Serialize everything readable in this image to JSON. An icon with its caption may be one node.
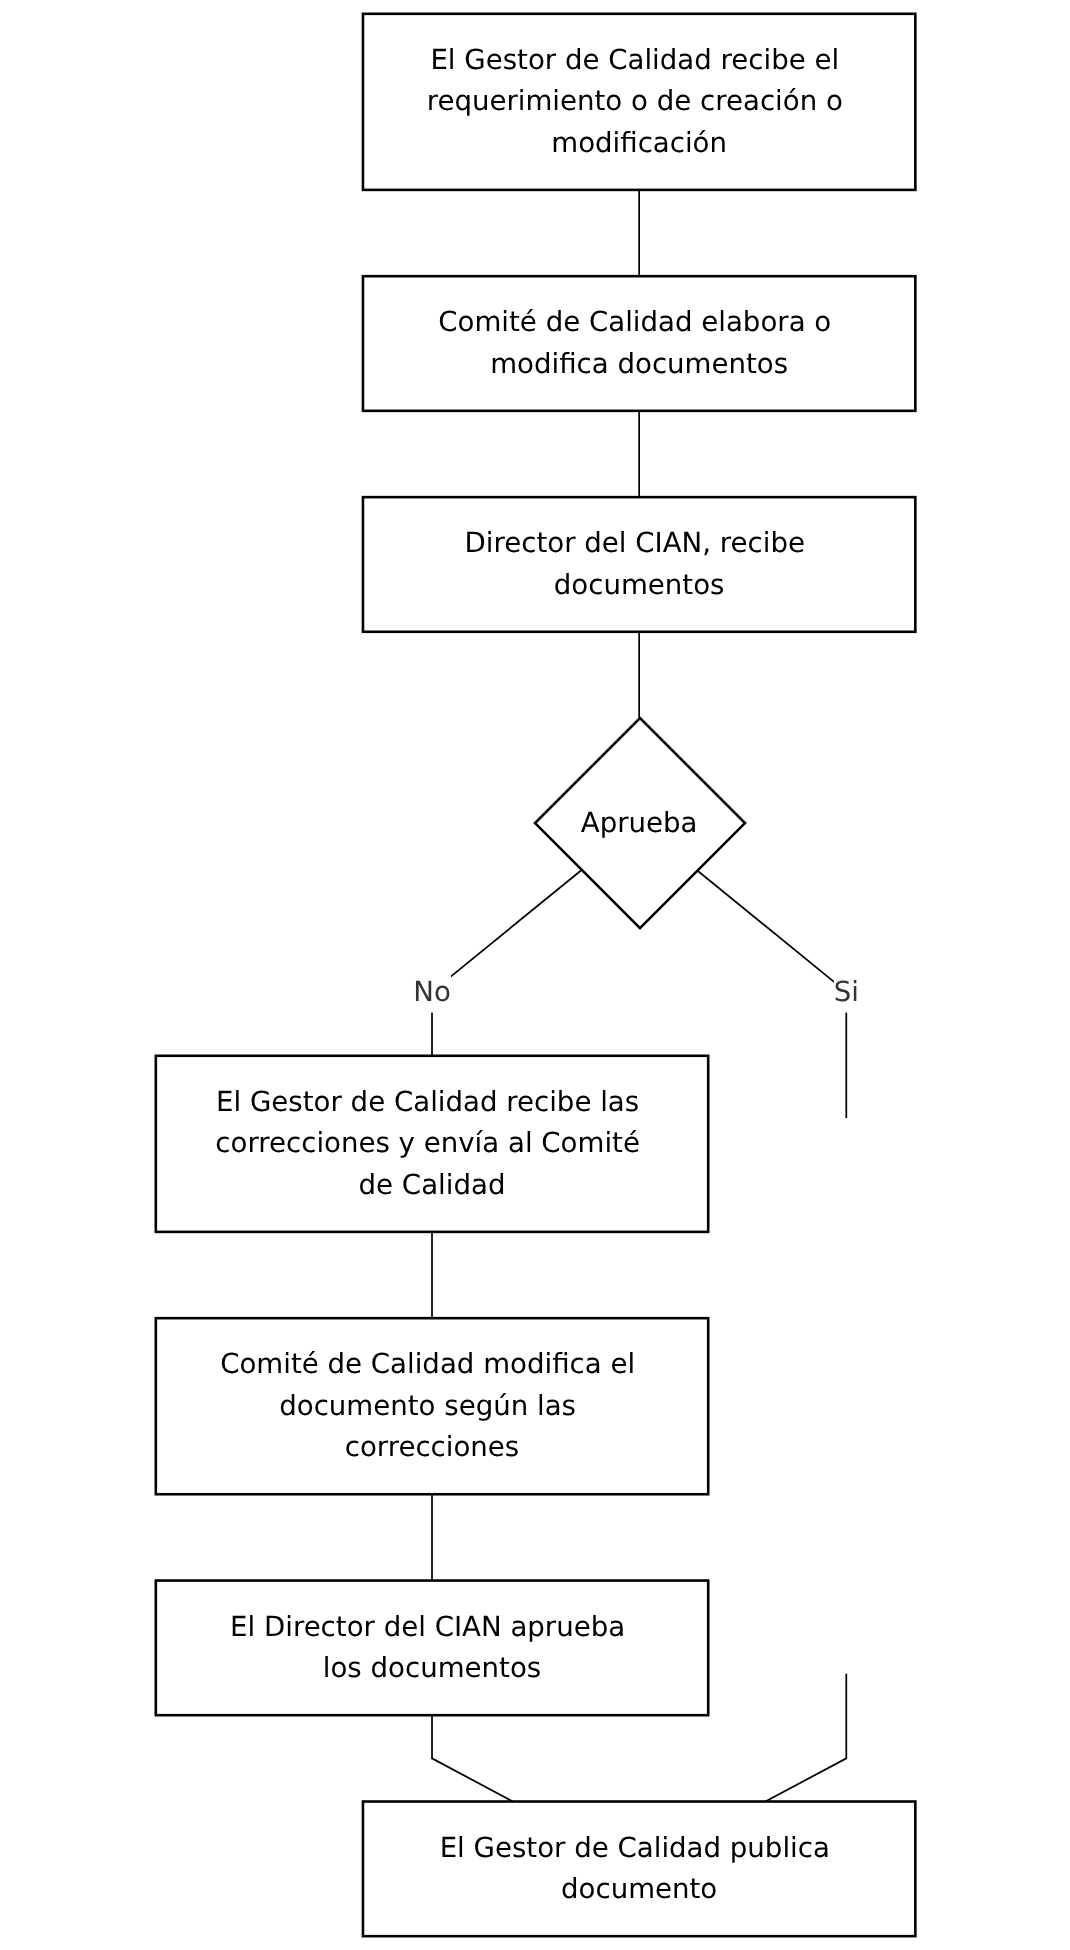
{
  "diagram": {
    "nodes": [
      {
        "text": [
          "El Gestor de Calidad recibe el requerimiento o de creación o modificación"
        ]
      },
      {
        "text": [
          "Comité de Calidad elabora o modifica documentos"
        ]
      },
      {
        "text": [
          "Director del CIAN, recibe documentos"
        ]
      },
      {
        "text": [
          "Aprueba"
        ]
      },
      {
        "text": [
          "El Gestor de Calidad recibe las correcciones y envía al Comité de Calidad"
        ]
      },
      {
        "text": [
          "Comité de Calidad modifica el documento según las correcciones"
        ]
      },
      {
        "text": [
          "El Director del CIAN aprueba los documentos"
        ]
      },
      {
        "text": [
          "El Gestor de Calidad publica documento"
        ]
      }
    ],
    "edges": [
      {
        "from": 0,
        "to": 1,
        "arrow": "none"
      },
      {
        "from": 1,
        "to": 2,
        "arrow": "none"
      },
      {
        "from": 2,
        "to": 3,
        "arrow": "none"
      },
      {
        "from": 3,
        "to": null,
        "label": "Si",
        "arrow": "none"
      },
      {
        "from": 3,
        "to": 4,
        "label": "No",
        "arrow": "none"
      },
      {
        "from": 4,
        "to": 5,
        "arrow": "none"
      },
      {
        "from": 5,
        "to": 6,
        "arrow": "none"
      },
      {
        "from": 6,
        "to": 7,
        "arrow": "none"
      },
      {
        "from": null,
        "to": 7,
        "arrow": "none"
      }
    ]
  }
}
